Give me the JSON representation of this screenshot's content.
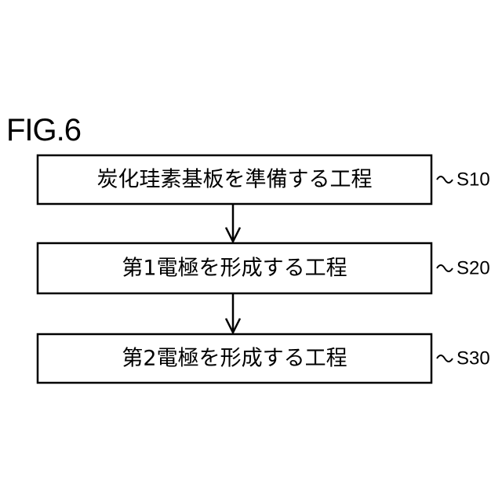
{
  "figure": {
    "title": "FIG.6"
  },
  "steps": [
    {
      "text": "炭化珪素基板を準備する工程",
      "label": "S10"
    },
    {
      "text": "第1電極を形成する工程",
      "label": "S20"
    },
    {
      "text": "第2電極を形成する工程",
      "label": "S30"
    }
  ]
}
